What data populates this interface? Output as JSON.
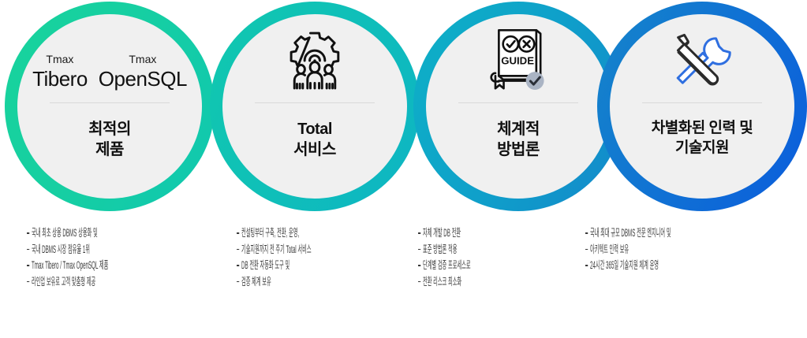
{
  "page": {
    "title": "Tmax 데이터베이스 강점 4요소",
    "background": "#ffffff"
  },
  "theme": {
    "gradient_start": "#18d39c",
    "gradient_mid1": "#0fc0b8",
    "gradient_mid2": "#1388cb",
    "gradient_end": "#0b5ddc",
    "circle_fill": "#f0f0f0",
    "text_color": "#111111",
    "desc_color": "#3a3a3a",
    "divider_color": "#d9d9d9",
    "accent_blue": "#2f6fe0",
    "badge_gray": "#aab4c4"
  },
  "circles": [
    {
      "id": "optimal-product",
      "icon": "tmax-product-logos",
      "logos": [
        {
          "brand": "Tmax",
          "product_light": "Tibero",
          "product_bold": ""
        },
        {
          "brand": "Tmax",
          "product_light": "Open",
          "product_bold": "SQL"
        }
      ],
      "caption_lines": [
        "최적의",
        "제품"
      ],
      "ring_from": "#18d39c",
      "ring_to": "#10c7b0"
    },
    {
      "id": "total-service",
      "icon": "gear-people-icon",
      "caption_lines": [
        "Total",
        "서비스"
      ],
      "ring_from": "#10c8ae",
      "ring_to": "#0eb4c4"
    },
    {
      "id": "systematic-methodology",
      "icon": "guide-book-check-icon",
      "icon_label": "GUIDE",
      "caption_lines": [
        "체계적",
        "방법론"
      ],
      "ring_from": "#0eb1c6",
      "ring_to": "#1388cb"
    },
    {
      "id": "differentiated-manpower-support",
      "icon": "wrench-screwdriver-icon",
      "caption_lines": [
        "차별화된 인력 및",
        "기술지원"
      ],
      "ring_from": "#1585ca",
      "ring_to": "#0b5ddc"
    }
  ],
  "descriptions": [
    {
      "id": "desc-optimal-product",
      "items": [
        "국내 최초 상용 DBMS 상용화 및",
        "국내 DBMS 시장 점유율 1위",
        "Tmax Tibero / Tmax OpenSQL 제품",
        "라인업 보유로 고객 맞춤형 제공"
      ]
    },
    {
      "id": "desc-total-service",
      "items": [
        "컨설팅부터 구축, 전환, 운영,",
        "기술지원까지 전 주기 Total 서비스",
        "DB 전환 자동화 도구 및",
        "검증 체계 보유"
      ]
    },
    {
      "id": "desc-systematic-methodology",
      "items": [
        "자체 개발 DB 전환",
        "표준 방법론 적용",
        "단계별 검증 프로세스로",
        "전환 리스크 최소화"
      ]
    },
    {
      "id": "desc-differentiated-support",
      "items": [
        "국내 최대 규모 DBMS 전문 엔지니어 및",
        "아키텍트 인력 보유",
        "24시간 365일 기술지원 체계 운영"
      ]
    }
  ]
}
